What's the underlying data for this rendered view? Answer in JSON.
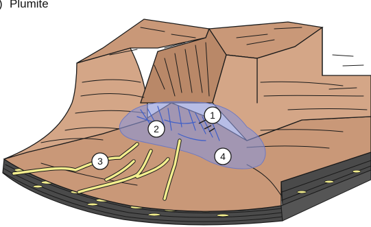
{
  "caption": {
    "marker": ")",
    "title": "Plumite"
  },
  "labels": [
    {
      "id": "1",
      "text": "1"
    },
    {
      "id": "2",
      "text": "2"
    },
    {
      "id": "3",
      "text": "3"
    },
    {
      "id": "4",
      "text": "4"
    }
  ],
  "colors": {
    "terrain": "#c99878",
    "terrain_light": "#d4a687",
    "scarp": "#b98868",
    "zone": "#8a95d6",
    "streams": "#3f5fc8",
    "channels": "#f3ee8e",
    "strata_dark": "#4a4a4a",
    "strata_light": "#9a9a9a"
  },
  "icons": {
    "label_marker": "numbered-circle-icon"
  }
}
